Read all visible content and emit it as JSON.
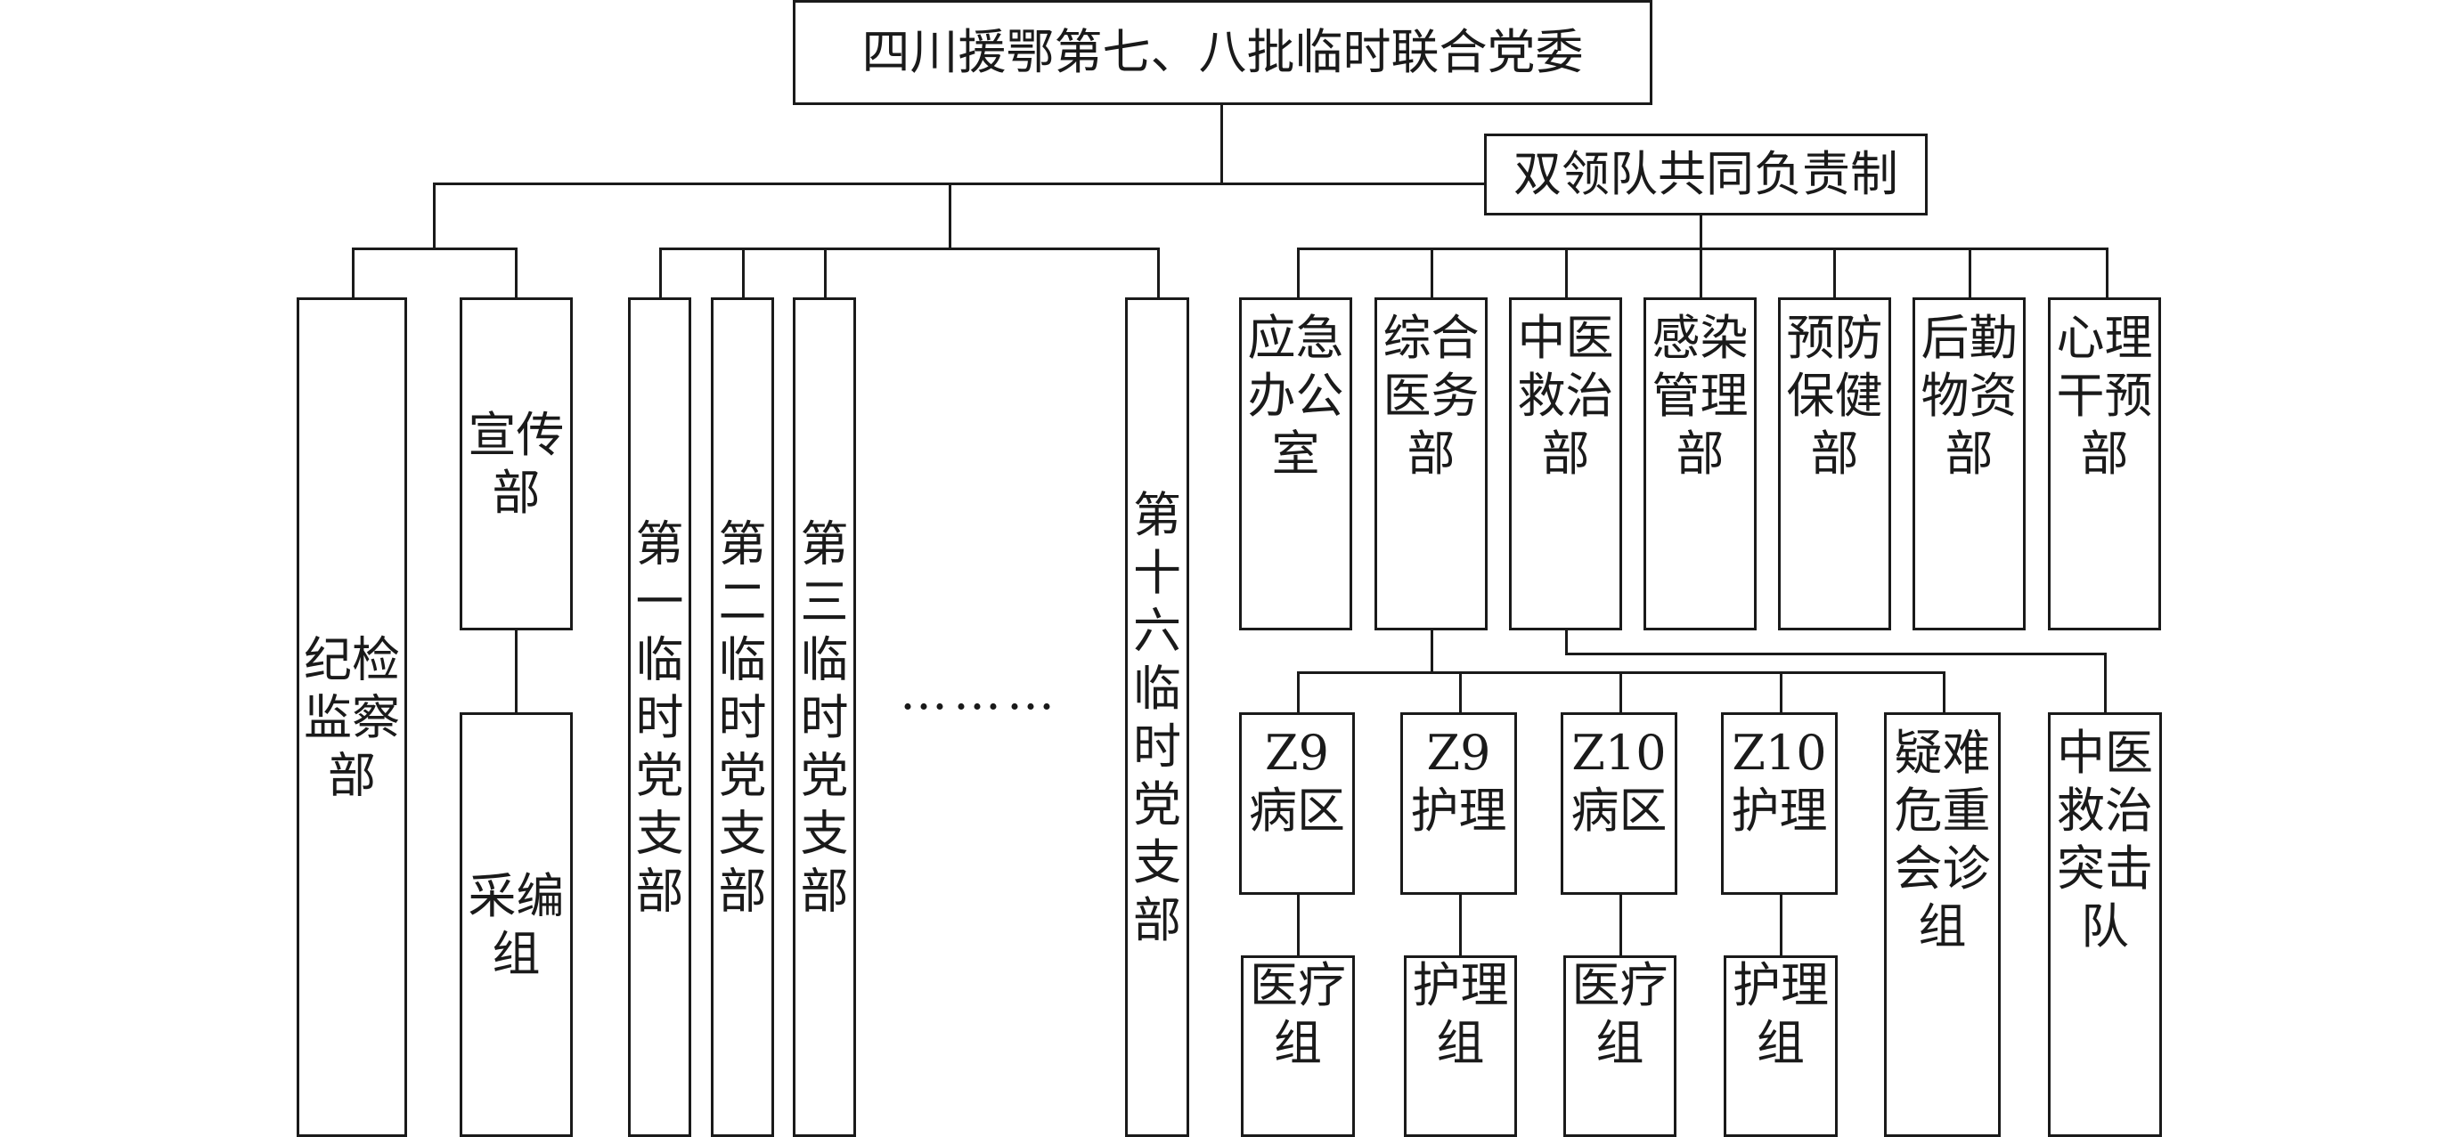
{
  "diagram": {
    "root": "四川援鄂第七、八批临时联合党委",
    "co_lead": "双领队共同负责制",
    "left_group": {
      "discipline": "纪检监察部",
      "publicity": "宣传部",
      "editing": "采编组"
    },
    "branches": {
      "first": "第一临时党支部",
      "second": "第二临时党支部",
      "third": "第三临时党支部",
      "ellipsis": "………",
      "sixteenth": "第十六临时党支部"
    },
    "departments": [
      "应急办公室",
      "综合医务部",
      "中医救治部",
      "感染管理部",
      "预防保健部",
      "后勤物资部",
      "心理干预部"
    ],
    "subunits": [
      "Z9病区",
      "Z9护理",
      "Z10病区",
      "Z10护理",
      "疑难危重会诊组",
      "中医救治突击队"
    ],
    "teams": [
      "医疗组",
      "护理组",
      "医疗组",
      "护理组"
    ]
  }
}
